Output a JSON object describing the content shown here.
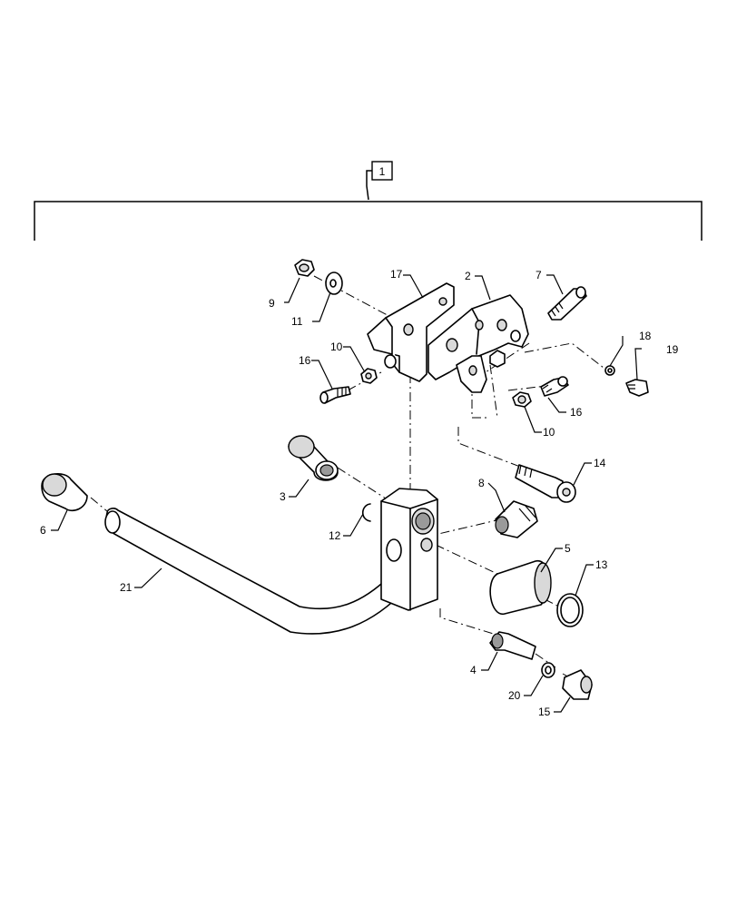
{
  "assembly_label": "1",
  "callouts": {
    "c2": "2",
    "c3": "3",
    "c4": "4",
    "c5": "5",
    "c6": "6",
    "c7": "7",
    "c8": "8",
    "c9": "9",
    "c10a": "10",
    "c10b": "10",
    "c11": "11",
    "c12": "12",
    "c13": "13",
    "c14": "14",
    "c15": "15",
    "c16a": "16",
    "c16b": "16",
    "c17": "17",
    "c18": "18",
    "c19": "19",
    "c20": "20",
    "c21": "21"
  }
}
